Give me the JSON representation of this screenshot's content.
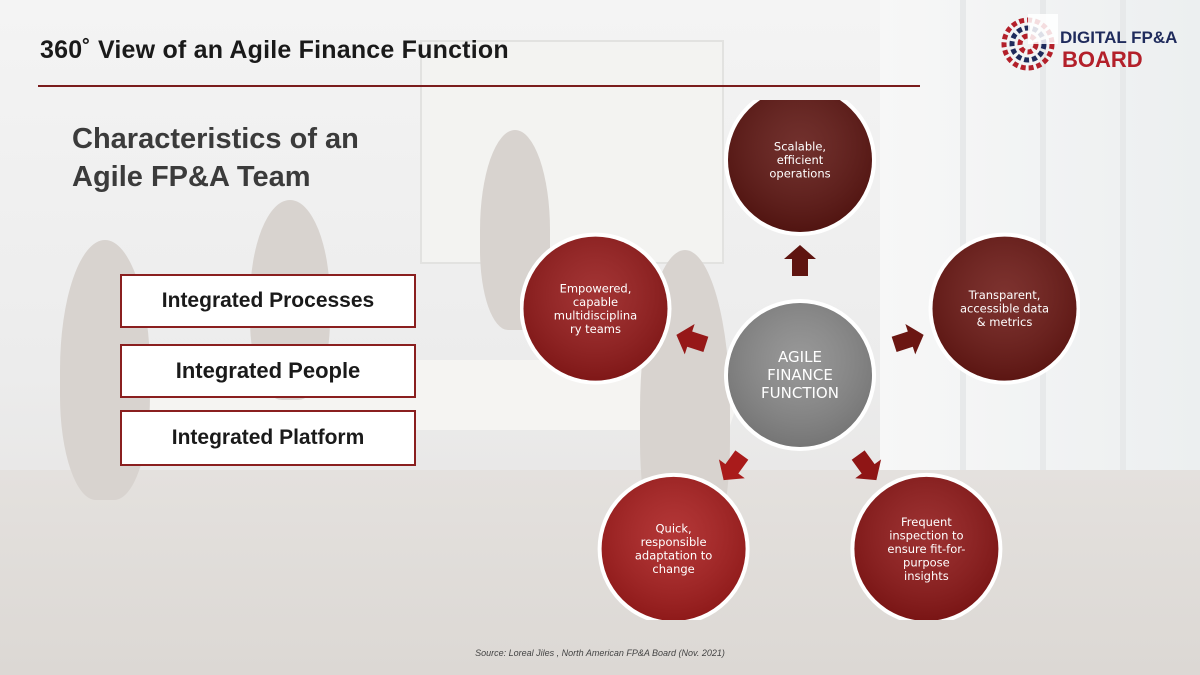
{
  "title": "360˚  View of an Agile Finance Function",
  "logo": {
    "line1": "DIGITAL FP&A",
    "line2": "BOARD"
  },
  "subtitle": "Characteristics of an Agile FP&A Team",
  "pillars": [
    {
      "label": "Integrated Processes"
    },
    {
      "label": "Integrated People"
    },
    {
      "label": "Integrated Platform"
    }
  ],
  "diagram": {
    "center": {
      "lines": [
        "AGILE",
        "FINANCE",
        "FUNCTION"
      ]
    },
    "nodes": [
      {
        "lines": [
          "Scalable,",
          "efficient",
          "operations"
        ],
        "color": "#5e1410"
      },
      {
        "lines": [
          "Transparent,",
          "accessible data",
          "& metrics"
        ],
        "color": "#6b1612"
      },
      {
        "lines": [
          "Frequent",
          "inspection to",
          "ensure fit-for-",
          "purpose",
          "insights"
        ],
        "color": "#8f1515"
      },
      {
        "lines": [
          "Quick,",
          "responsible",
          "adaptation to",
          "change"
        ],
        "color": "#a91b1b"
      },
      {
        "lines": [
          "Empowered,",
          "capable",
          "multidisciplina",
          "ry teams"
        ],
        "color": "#961818"
      }
    ],
    "center_color": "#8a8a8a"
  },
  "source": "Source: Loreal Jiles , North American FP&A Board (Nov. 2021)"
}
